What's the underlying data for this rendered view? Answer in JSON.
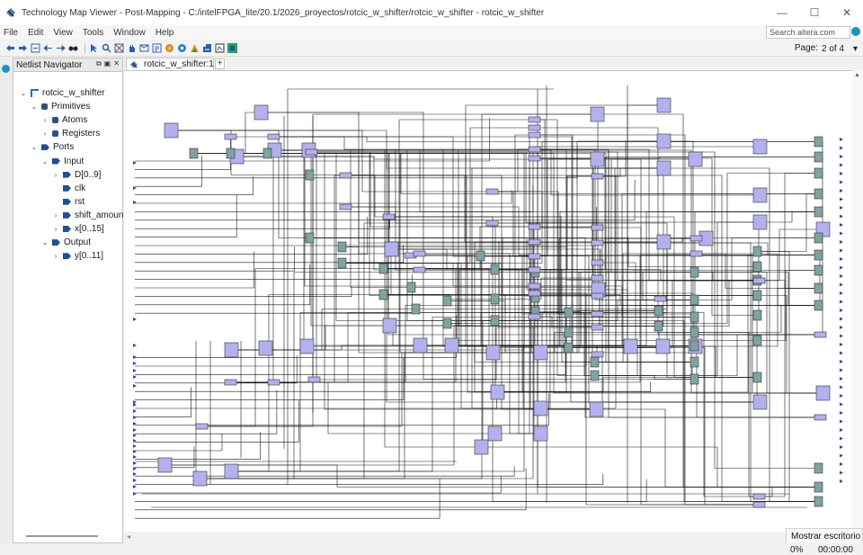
{
  "window": {
    "title": "Technology Map Viewer - Post-Mapping - C:/intelFPGA_lite/20.1/2026_proyectos/rotcic_w_shifter/rotcic_w_shifter - rotcic_w_shifter",
    "minimize": "—",
    "maximize": "☐",
    "close": "✕"
  },
  "menu": {
    "items": [
      "File",
      "Edit",
      "View",
      "Tools",
      "Window",
      "Help"
    ],
    "search_placeholder": "Search altera.com"
  },
  "toolbar": {
    "icons": [
      "back-icon",
      "forward-icon",
      "refresh-icon",
      "previous-icon",
      "next-icon",
      "find-icon",
      "select-icon",
      "zoom-icon",
      "fit-icon",
      "hand-icon",
      "filter-icon",
      "hierarchy-icon",
      "color-icon",
      "settings-icon",
      "netlist-icon",
      "export-icon",
      "layout-icon",
      "chip-icon"
    ],
    "page_label": "Page:",
    "page_value": "2 of 4"
  },
  "navigator": {
    "title": "Netlist Navigator",
    "tree": [
      {
        "label": "rotcic_w_shifter",
        "level": 0,
        "expanded": true,
        "icon": "hierarchy-icon"
      },
      {
        "label": "Primitives",
        "level": 1,
        "expanded": true,
        "icon": "primitives-icon"
      },
      {
        "label": "Atoms",
        "level": 2,
        "expanded": false,
        "icon": "atoms-icon"
      },
      {
        "label": "Registers",
        "level": 2,
        "expanded": false,
        "icon": "registers-icon"
      },
      {
        "label": "Ports",
        "level": 1,
        "expanded": true,
        "icon": "port-icon"
      },
      {
        "label": "Input",
        "level": 2,
        "expanded": true,
        "icon": "port-icon"
      },
      {
        "label": "D[0..9]",
        "level": 3,
        "expanded": false,
        "icon": "port-icon"
      },
      {
        "label": "clk",
        "level": 3,
        "leaf": true,
        "icon": "port-icon"
      },
      {
        "label": "rst",
        "level": 3,
        "leaf": true,
        "icon": "port-icon"
      },
      {
        "label": "shift_amount",
        "level": 3,
        "expanded": false,
        "icon": "port-icon"
      },
      {
        "label": "x[0..15]",
        "level": 3,
        "expanded": false,
        "icon": "port-icon"
      },
      {
        "label": "Output",
        "level": 2,
        "expanded": true,
        "icon": "port-icon"
      },
      {
        "label": "y[0..11]",
        "level": 3,
        "expanded": false,
        "icon": "port-icon"
      }
    ]
  },
  "document_tab": {
    "label": "rotcic_w_shifter:1",
    "add": "+"
  },
  "colors": {
    "lut_fill": "#b4b0ee",
    "reg_fill": "#7fa3a1",
    "wire": "#1a1a1a",
    "port_pin": "#3344aa"
  },
  "tooltip": "Mostrar escritorio",
  "status": {
    "progress": "0%",
    "elapsed": "00:00:00"
  }
}
